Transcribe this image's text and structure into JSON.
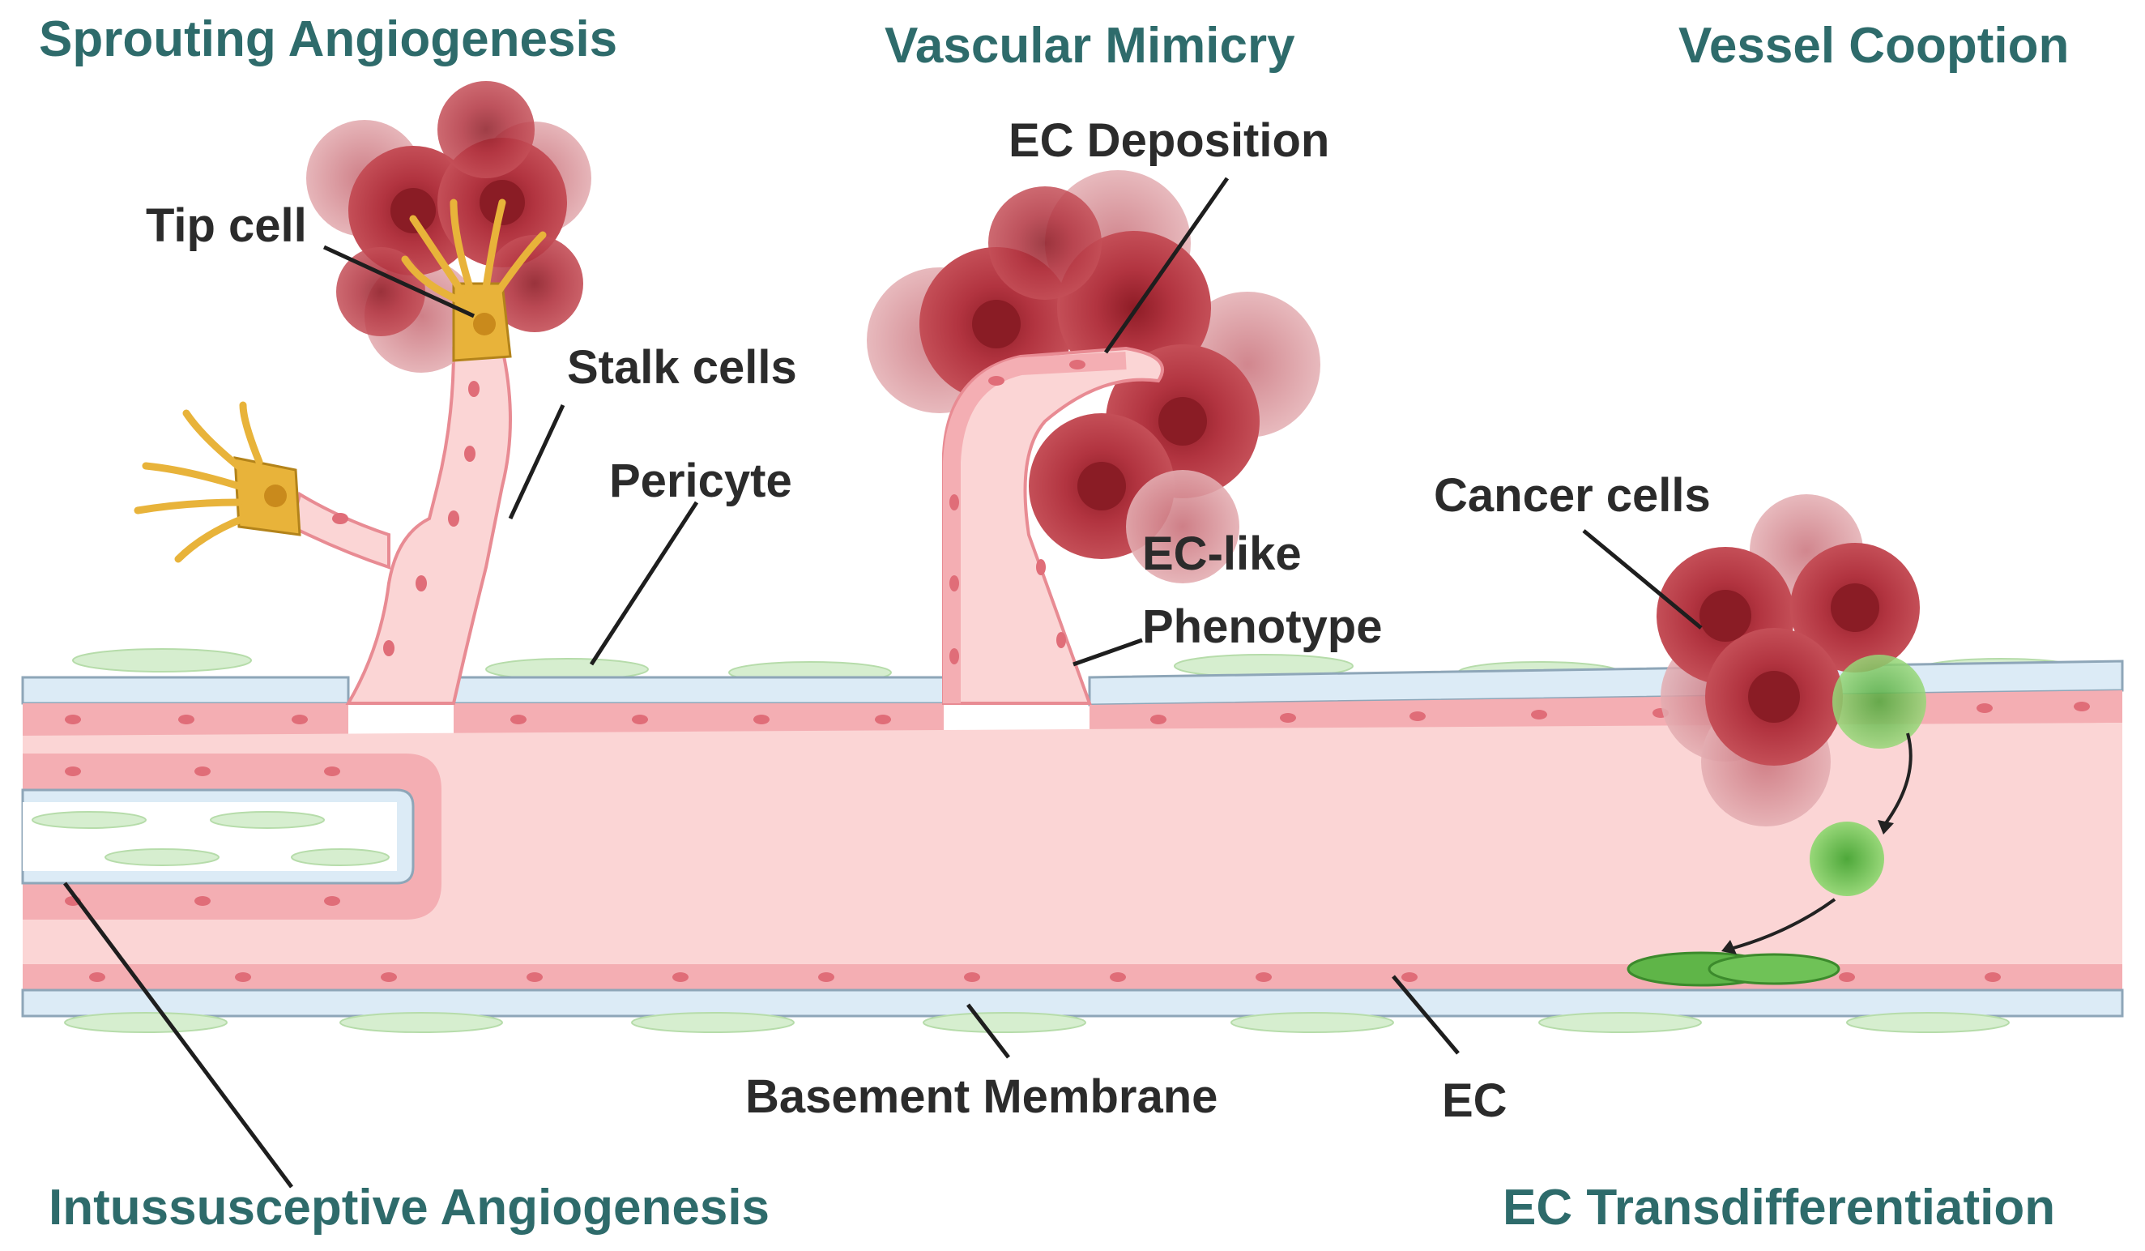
{
  "headings": {
    "sprouting": "Sprouting Angiogenesis",
    "mimicry": "Vascular Mimicry",
    "cooption": "Vessel Cooption",
    "intussusceptive": "Intussusceptive Angiogenesis",
    "transdiff": "EC Transdifferentiation"
  },
  "labels": {
    "tip_cell": "Tip cell",
    "stalk_cells": "Stalk cells",
    "pericyte": "Pericyte",
    "ec_deposition": "EC Deposition",
    "ec_like_1": "EC-like",
    "ec_like_2": "Phenotype",
    "cancer_cells": "Cancer cells",
    "basement_membrane": "Basement Membrane",
    "ec": "EC"
  },
  "colors": {
    "heading": "#2e6b6b",
    "label": "#2b2b2b",
    "vessel_lumen": "#fbd3d3",
    "endothelium": "#f4a9ae",
    "basement_membrane": "#dcebf6",
    "pericyte": "#cde9c4",
    "cancer_cell": "#b8323c",
    "tip_cell": "#e8b33a",
    "transdiff_cell": "#7cc85a"
  }
}
